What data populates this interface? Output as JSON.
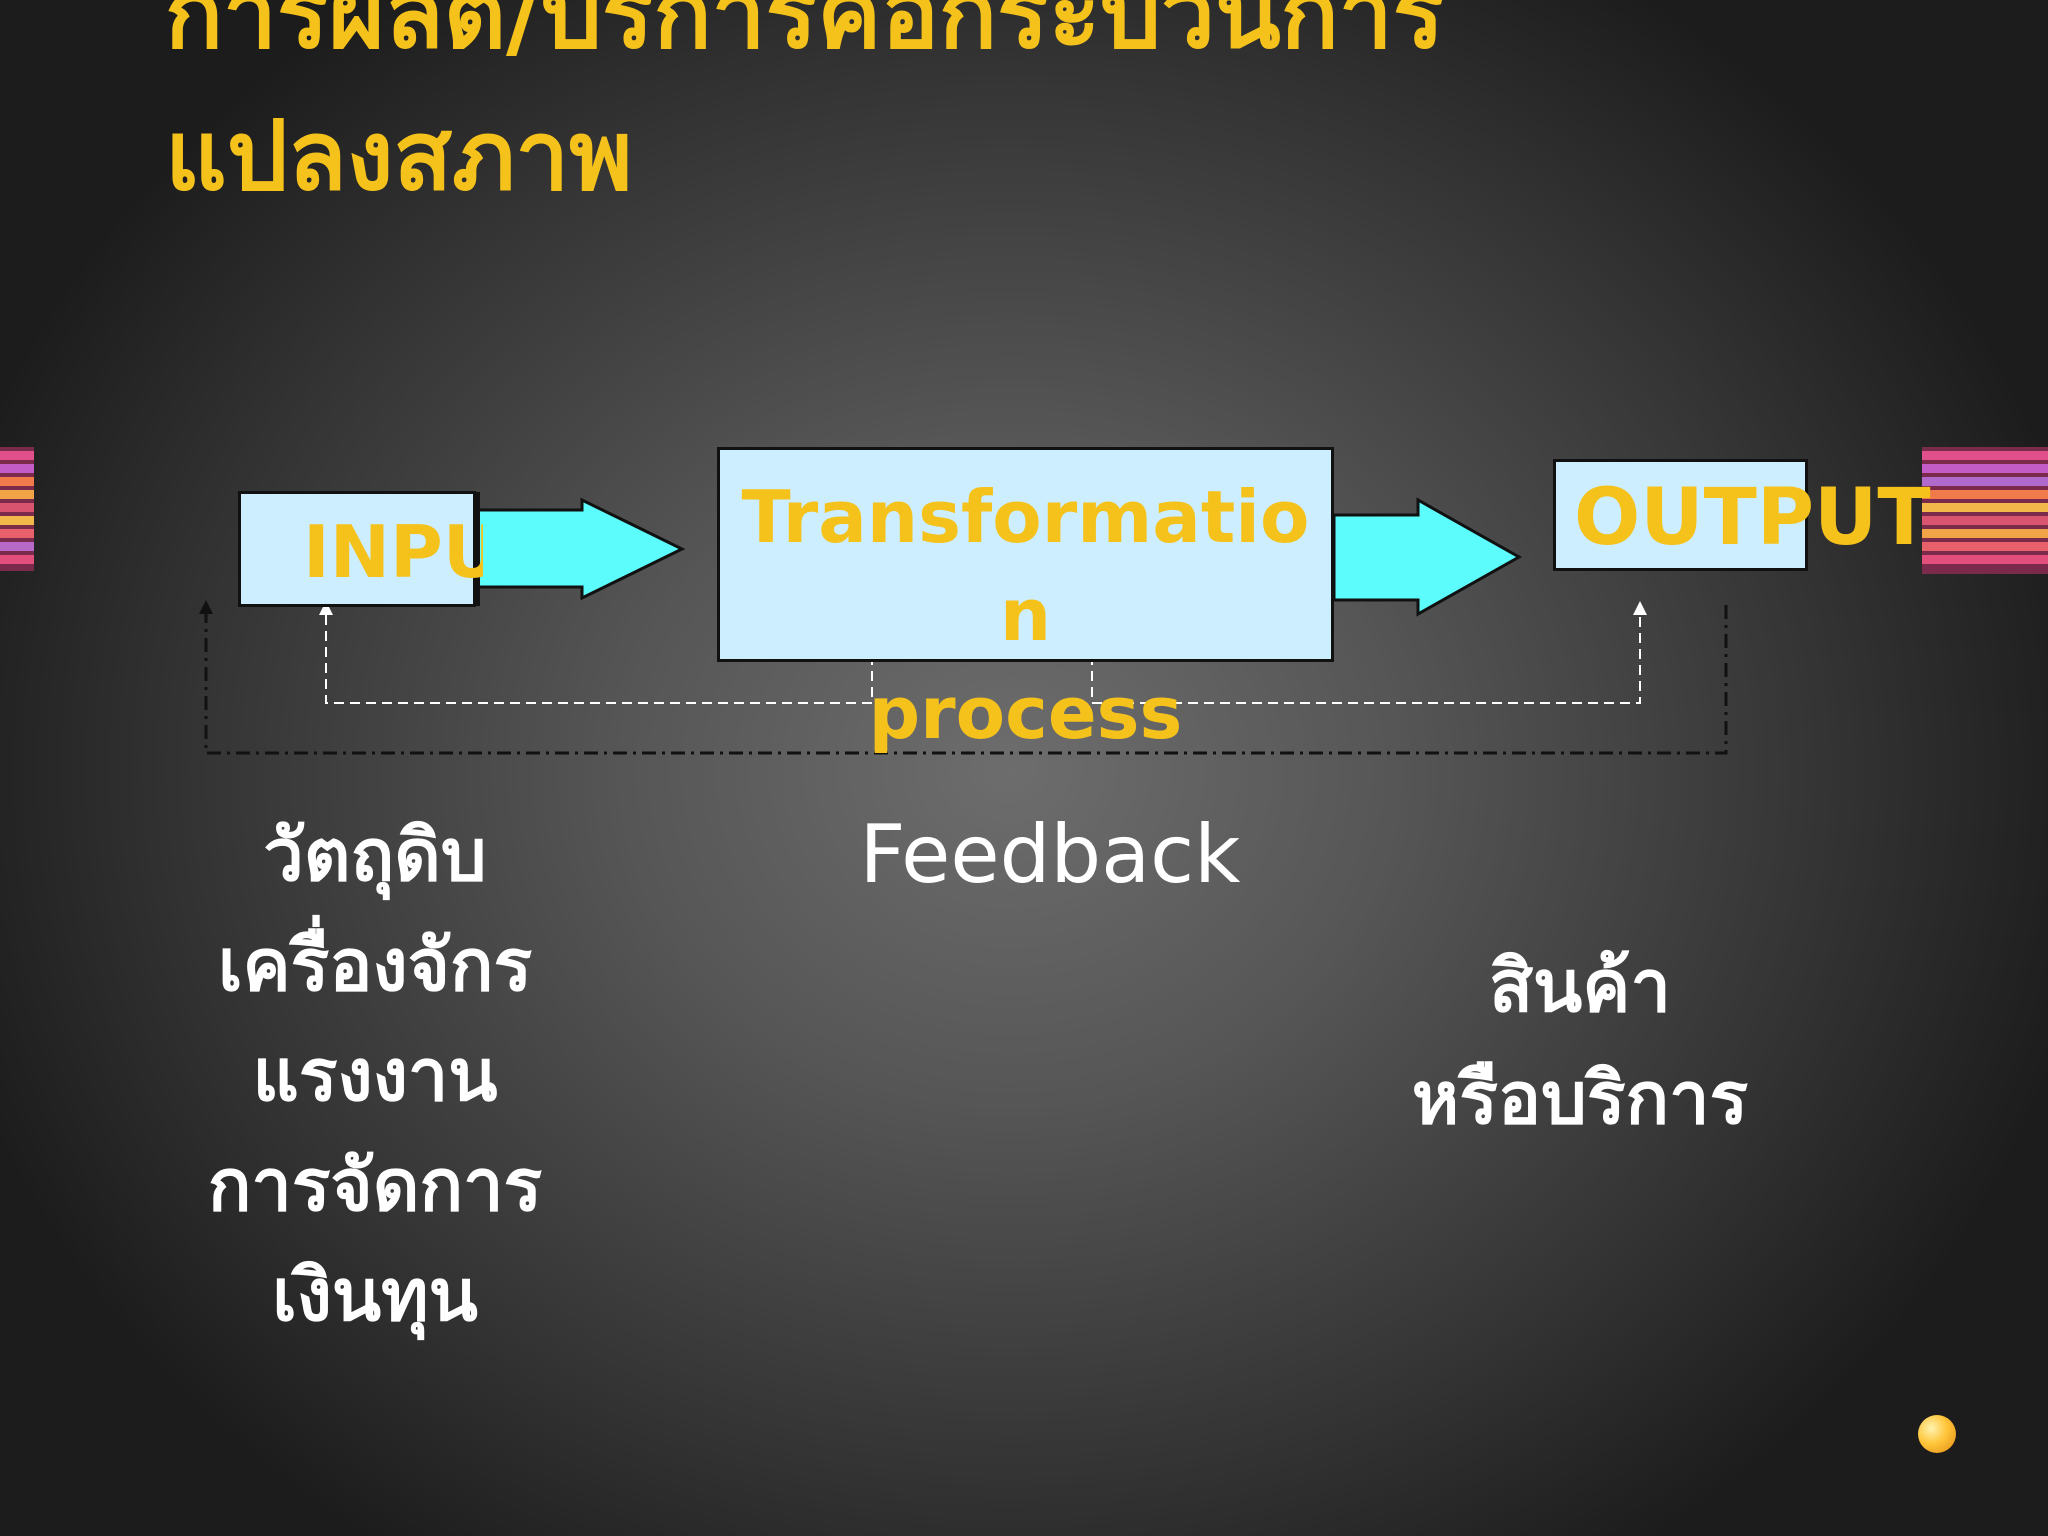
{
  "slide": {
    "title_lines": [
      "การผลิต/บริการคือกระบวนการ",
      "แปลงสภาพ"
    ],
    "input_label": "INPUT",
    "process_label_lines": [
      "Transformatio",
      "n",
      "process"
    ],
    "output_label": "OUTPUT",
    "feedback_label": "Feedback",
    "input_items": [
      "วัตถุดิบ",
      "เครื่องจักร",
      "แรงงาน",
      "การจัดการ",
      "เงินทุน"
    ],
    "output_items": [
      "สินค้า",
      "หรือบริการ"
    ]
  },
  "colors": {
    "title_text": "#f5c21b",
    "box_fill": "#cdeefe",
    "arrow_fill": "#5cfcfc",
    "caption_text": "#ffffff"
  }
}
